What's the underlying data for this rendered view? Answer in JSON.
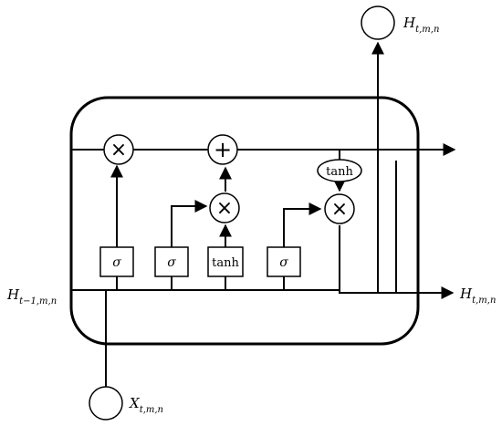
{
  "cell": {
    "inputs": {
      "hidden_prev": {
        "main": "H",
        "subscript": "t−1,m,n"
      },
      "x": {
        "main": "X",
        "subscript": "t,m,n"
      }
    },
    "outputs": {
      "hidden_top": {
        "main": "H",
        "subscript": "t,m,n"
      },
      "hidden_right": {
        "main": "H",
        "subscript": "t,m,n"
      }
    },
    "gates": {
      "forget": "σ",
      "input": "σ",
      "candidate": "tanh",
      "output": "σ",
      "cell_tanh": "tanh"
    },
    "operators": {
      "forget_multiply": "×",
      "add": "+",
      "input_multiply": "×",
      "output_multiply": "×"
    }
  }
}
